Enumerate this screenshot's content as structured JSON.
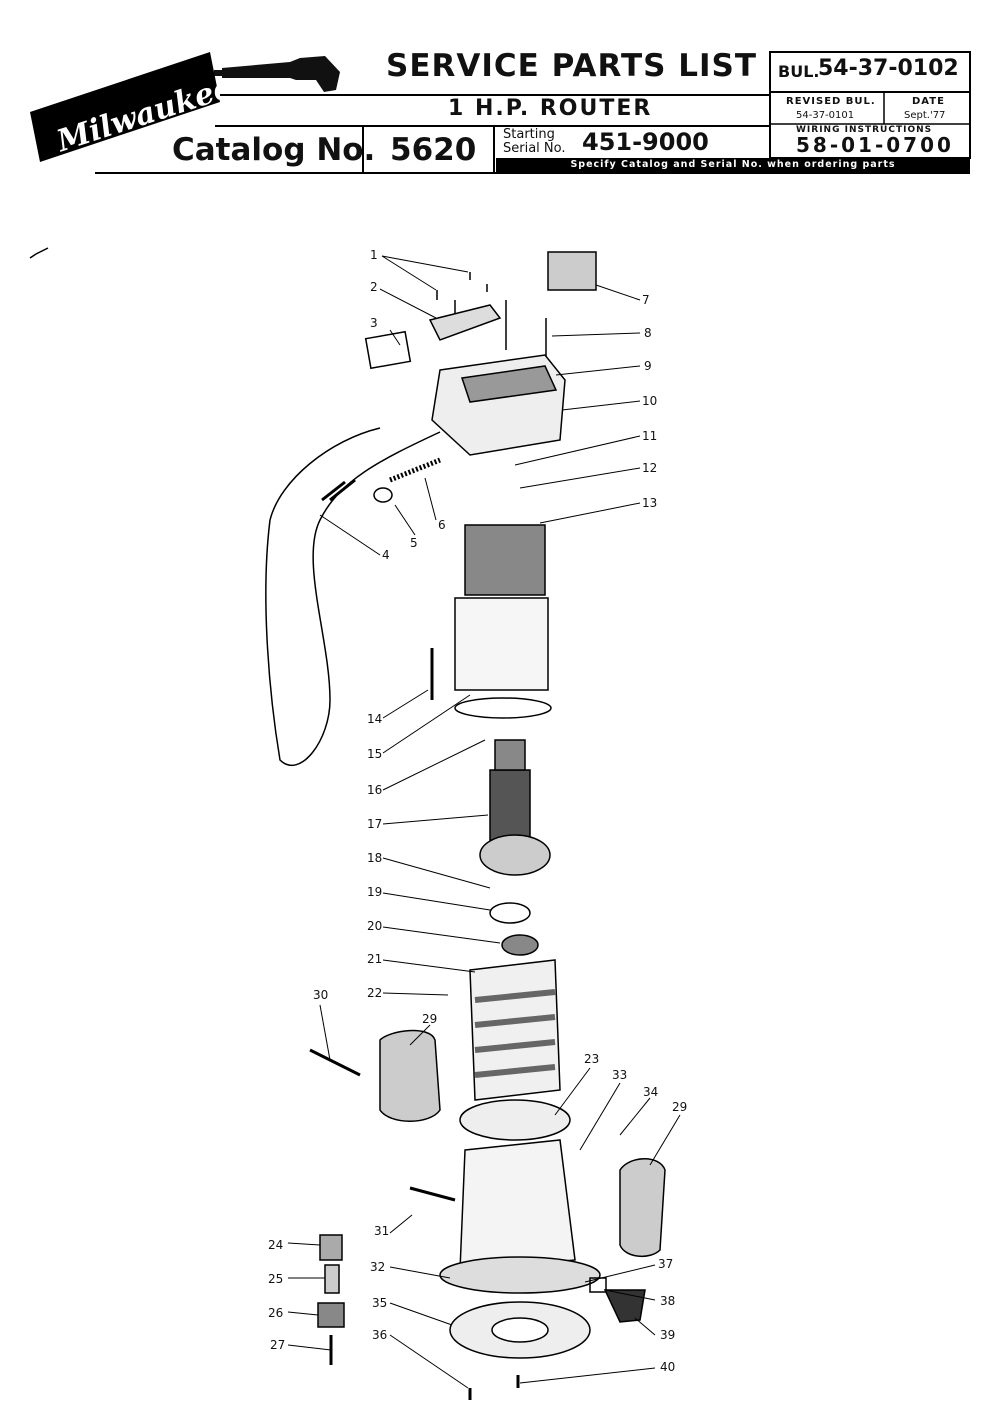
{
  "header": {
    "brand": "Milwaukee",
    "title": "SERVICE PARTS LIST",
    "subtitle": "1 H.P. ROUTER",
    "catalog_label": "Catalog No.",
    "catalog_number": "5620",
    "starting_label": "Starting",
    "serial_label": "Serial No.",
    "serial_number": "451-9000",
    "bulletin_label": "BUL.",
    "bulletin_number": "54-37-0102",
    "revised_label": "REVISED BUL.",
    "revised_value": "54-37-0101",
    "date_label": "DATE",
    "date_value": "Sept.'77",
    "wiring_label": "WIRING INSTRUCTIONS",
    "wiring_value": "58-01-0700",
    "note": "Specify Catalog and Serial No. when ordering parts"
  },
  "callouts": [
    "1",
    "2",
    "3",
    "4",
    "5",
    "6",
    "7",
    "8",
    "9",
    "10",
    "11",
    "12",
    "13",
    "14",
    "15",
    "16",
    "17",
    "18",
    "19",
    "20",
    "21",
    "22",
    "23",
    "24",
    "25",
    "26",
    "27",
    "29",
    "29",
    "30",
    "31",
    "32",
    "33",
    "34",
    "35",
    "36",
    "37",
    "38",
    "39",
    "40"
  ]
}
